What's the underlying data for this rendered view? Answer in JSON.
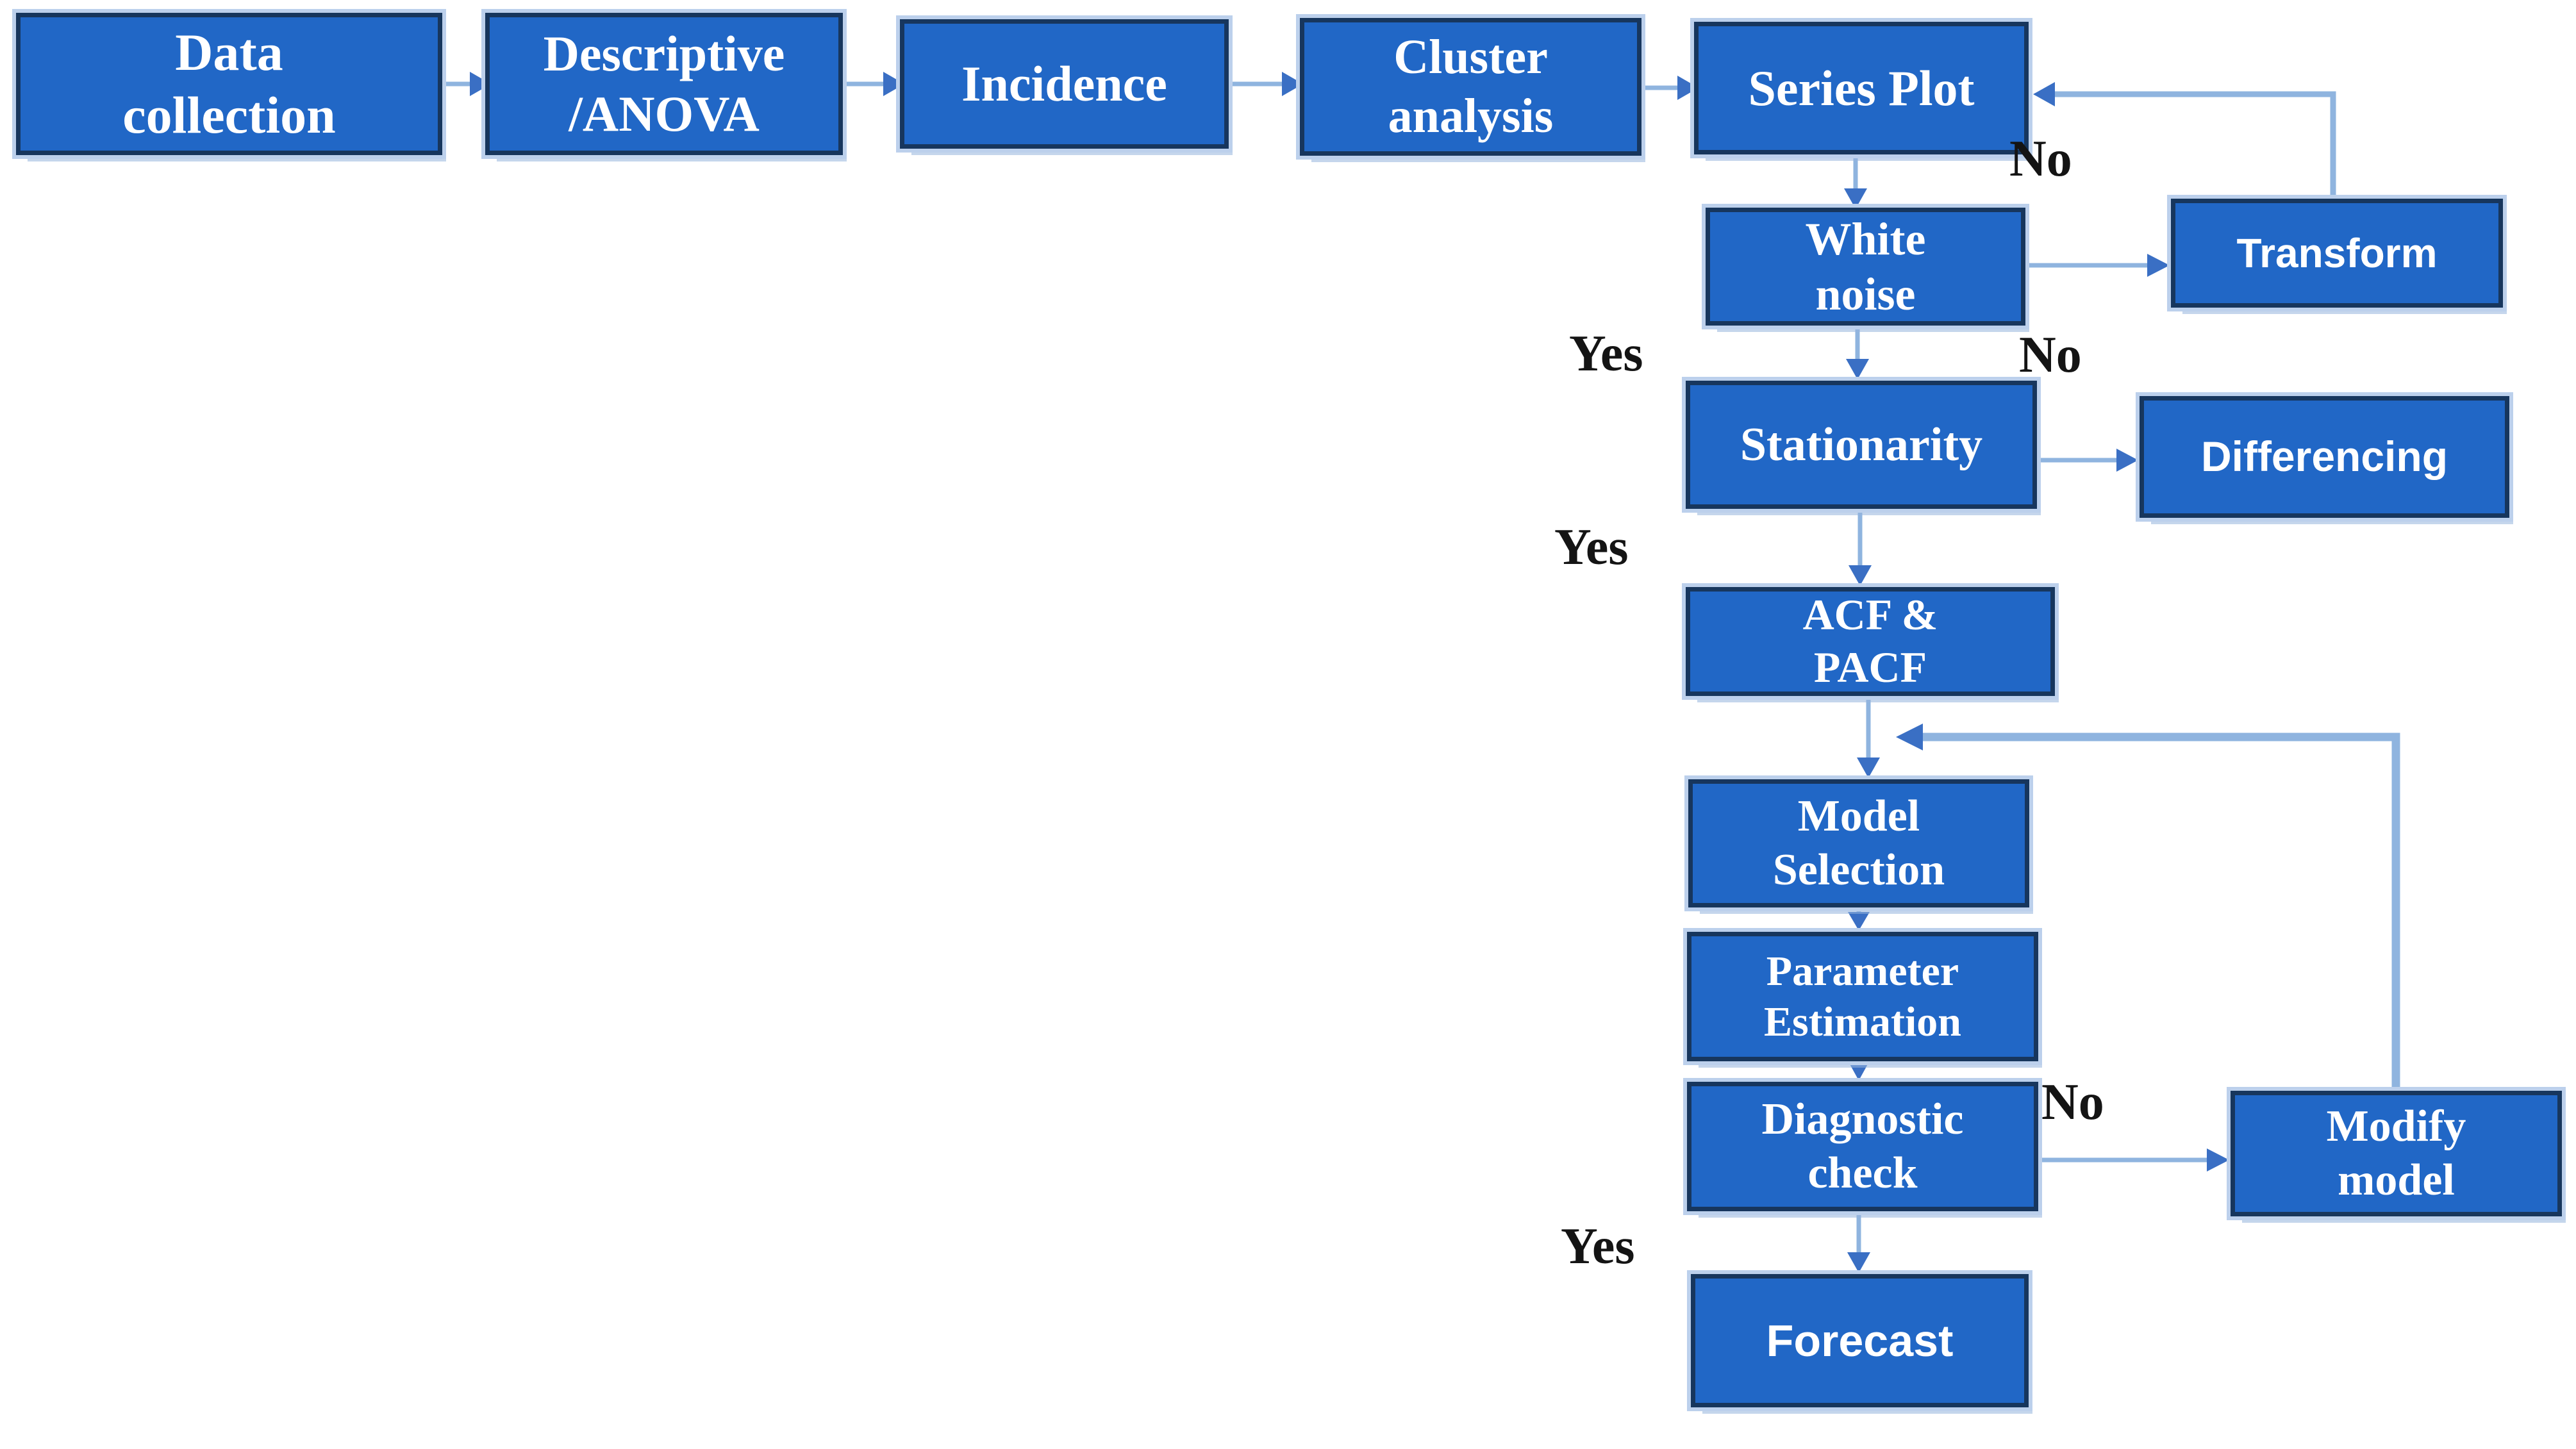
{
  "diagram": {
    "nodes": [
      {
        "id": "data-collection",
        "label": "Data\ncollection",
        "variant": "serif"
      },
      {
        "id": "descriptive-anova",
        "label": "Descriptive\n/ANOVA",
        "variant": "serif"
      },
      {
        "id": "incidence",
        "label": "Incidence",
        "variant": "serif"
      },
      {
        "id": "cluster-analysis",
        "label": "Cluster\nanalysis",
        "variant": "serif"
      },
      {
        "id": "series-plot",
        "label": "Series Plot",
        "variant": "serif"
      },
      {
        "id": "white-noise",
        "label": "White\nnoise",
        "variant": "serif"
      },
      {
        "id": "transform",
        "label": "Transform",
        "variant": "sans"
      },
      {
        "id": "stationarity",
        "label": "Stationarity",
        "variant": "serif"
      },
      {
        "id": "differencing",
        "label": "Differencing",
        "variant": "sans"
      },
      {
        "id": "acf-pacf",
        "label": "ACF &\nPACF",
        "variant": "serif"
      },
      {
        "id": "model-selection",
        "label": "Model\nSelection",
        "variant": "serif"
      },
      {
        "id": "parameter-estimation",
        "label": "Parameter\nEstimation",
        "variant": "serif"
      },
      {
        "id": "diagnostic-check",
        "label": "Diagnostic\ncheck",
        "variant": "serif"
      },
      {
        "id": "modify-model",
        "label": "Modify\nmodel",
        "variant": "serif"
      },
      {
        "id": "forecast",
        "label": "Forecast",
        "variant": "sans"
      }
    ],
    "edge_labels": {
      "no_series_plot": "No",
      "yes_white_noise": "Yes",
      "no_white_noise": "No",
      "yes_stationarity": "Yes",
      "no_diagnostic": "No",
      "yes_diagnostic": "Yes"
    },
    "colors": {
      "box_fill": "#2167C6",
      "box_border": "#17365D",
      "box_rim": "#BCD0EC",
      "connector": "#8FB4DF",
      "arrowhead": "#3A6FC4",
      "label_text": "#141414",
      "background": "#FFFFFF"
    }
  }
}
